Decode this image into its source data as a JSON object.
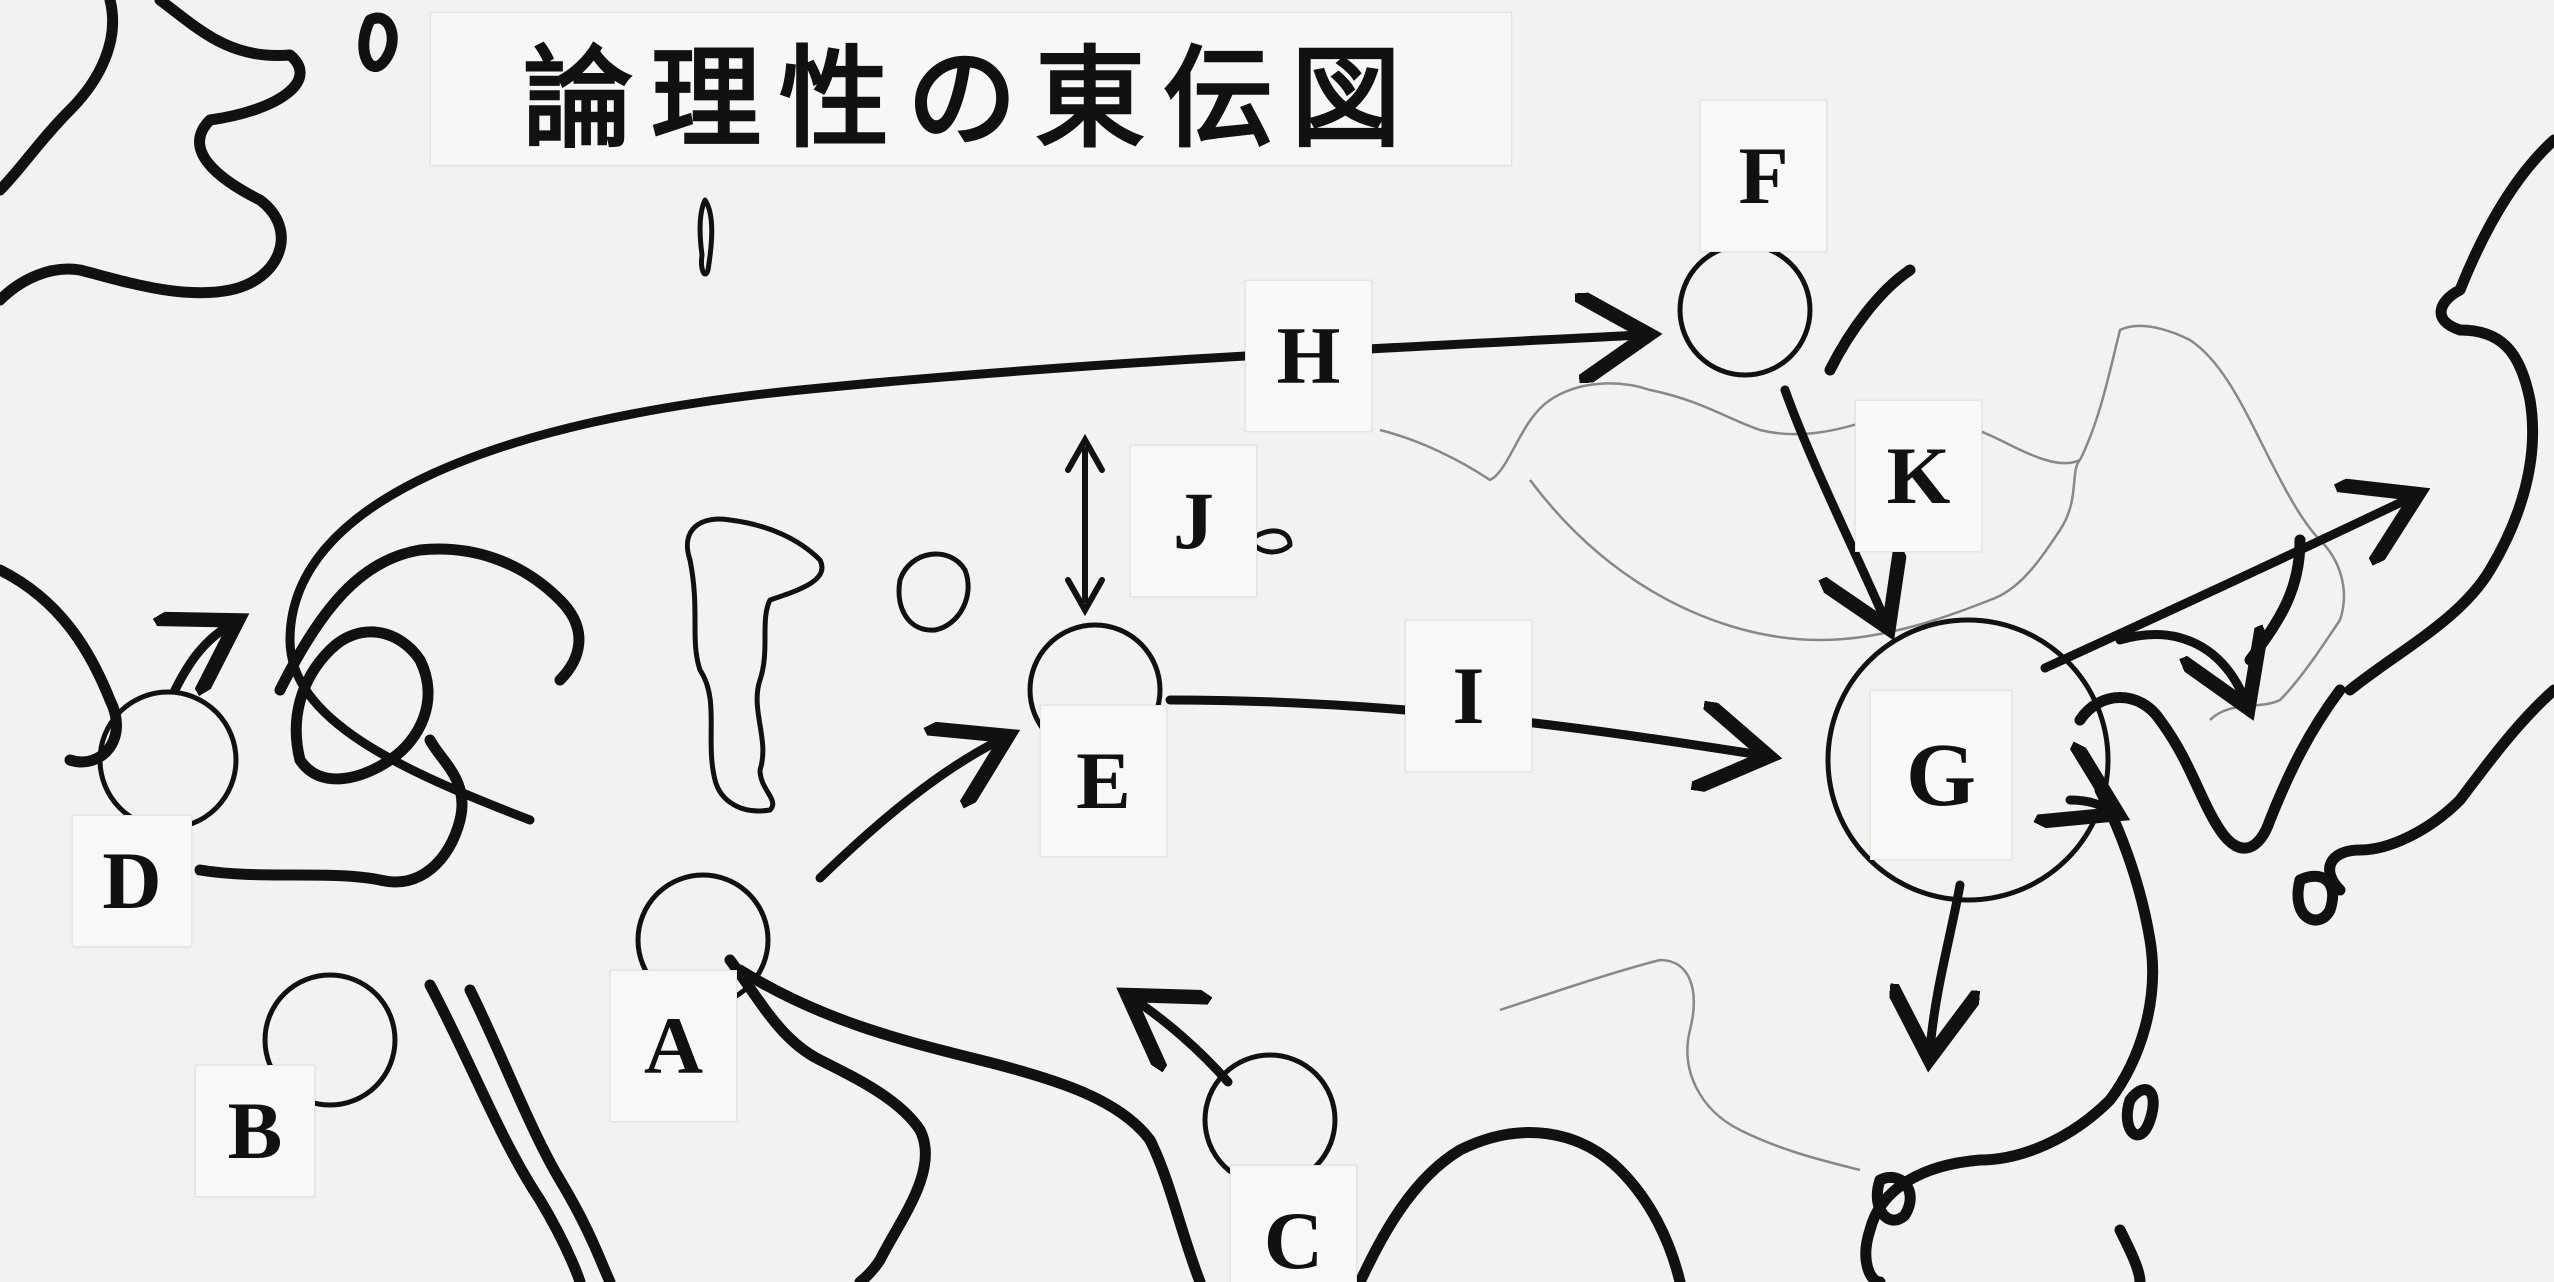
{
  "map": {
    "title": "論理性の東伝図",
    "labels": {
      "A": "A",
      "B": "B",
      "C": "C",
      "D": "D",
      "E": "E",
      "F": "F",
      "G": "G",
      "H": "H",
      "I": "I",
      "J": "J",
      "K": "K"
    },
    "colors": {
      "ink": "#111111",
      "border_line": "#888888",
      "paper": "#f2f2f0"
    }
  }
}
